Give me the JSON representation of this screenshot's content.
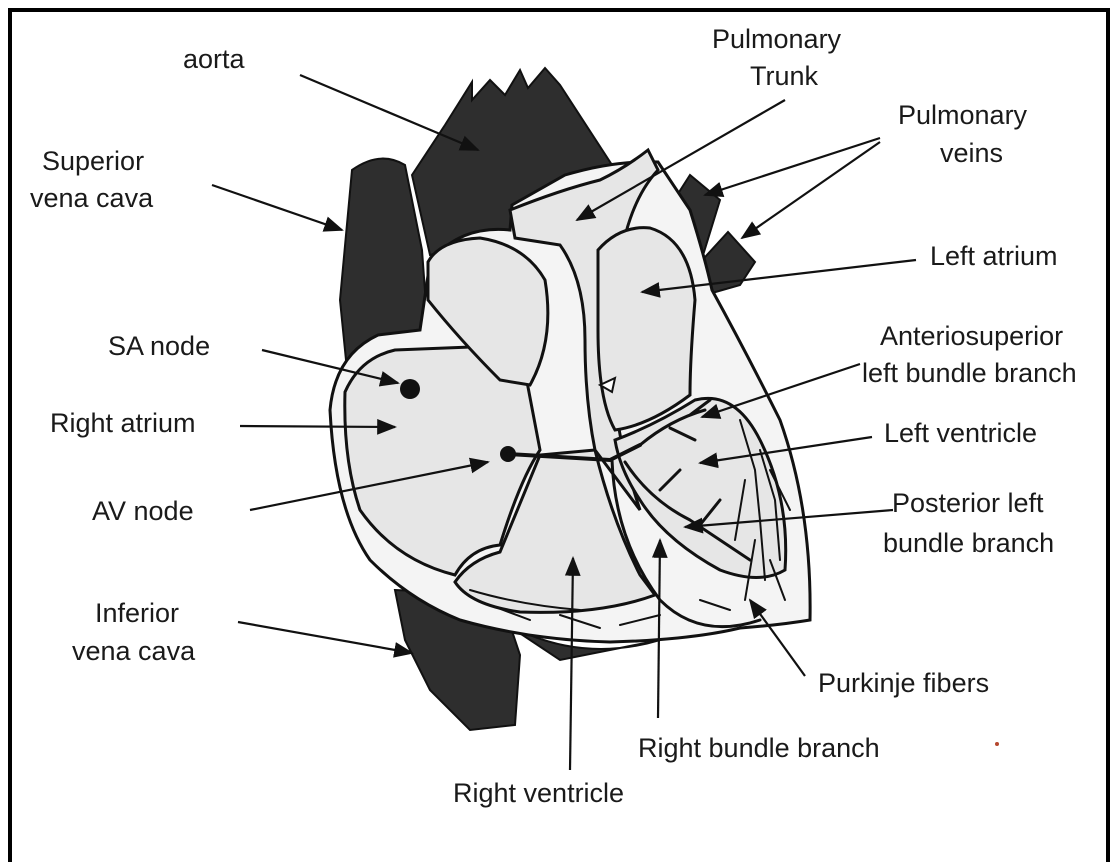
{
  "labels": {
    "aorta": "aorta",
    "superior_vena_cava_1": "Superior",
    "superior_vena_cava_2": "vena cava",
    "sa_node": "SA node",
    "right_atrium": "Right atrium",
    "av_node": "AV node",
    "inferior_vena_cava_1": "Inferior",
    "inferior_vena_cava_2": "vena cava",
    "pulmonary_trunk_1": "Pulmonary",
    "pulmonary_trunk_2": "Trunk",
    "pulmonary_veins_1": "Pulmonary",
    "pulmonary_veins_2": "veins",
    "left_atrium": "Left atrium",
    "anteriosuperior_1": "Anteriosuperior",
    "anteriosuperior_2": "left bundle branch",
    "left_ventricle": "Left ventricle",
    "posterior_lbb_1": "Posterior left",
    "posterior_lbb_2": "bundle branch",
    "purkinje_fibers": "Purkinje fibers",
    "right_bundle_branch": "Right bundle branch",
    "right_ventricle": "Right ventricle"
  },
  "colors": {
    "dark_fill": "#2e2e2e",
    "chamber_fill": "#e6e6e6",
    "line": "#111111"
  }
}
